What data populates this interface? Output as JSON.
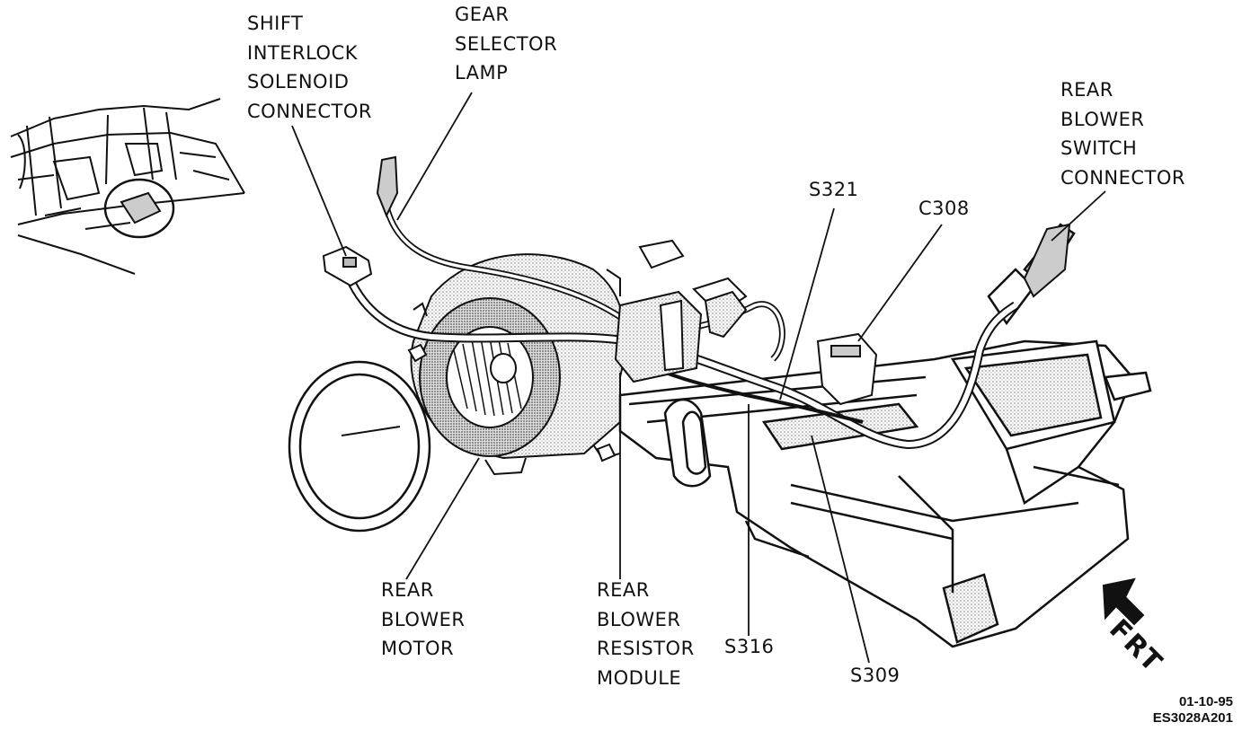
{
  "labels": {
    "shift_interlock": [
      "SHIFT",
      "INTERLOCK",
      "SOLENOID",
      "CONNECTOR"
    ],
    "gear_selector": [
      "GEAR",
      "SELECTOR",
      "LAMP"
    ],
    "rear_blower_switch": [
      "REAR",
      "BLOWER",
      "SWITCH",
      "CONNECTOR"
    ],
    "s321": "S321",
    "c308": "C308",
    "rear_blower_motor": [
      "REAR",
      "BLOWER",
      "MOTOR"
    ],
    "rear_blower_resistor": [
      "REAR",
      "BLOWER",
      "RESISTOR",
      "MODULE"
    ],
    "s316": "S316",
    "s309": "S309",
    "frt": "FRT"
  },
  "figure_code": {
    "date": "01-10-95",
    "id": "ES3028A201"
  },
  "colors": {
    "ink": "#111111",
    "shade": "#b8b8b8",
    "paper": "#ffffff"
  }
}
